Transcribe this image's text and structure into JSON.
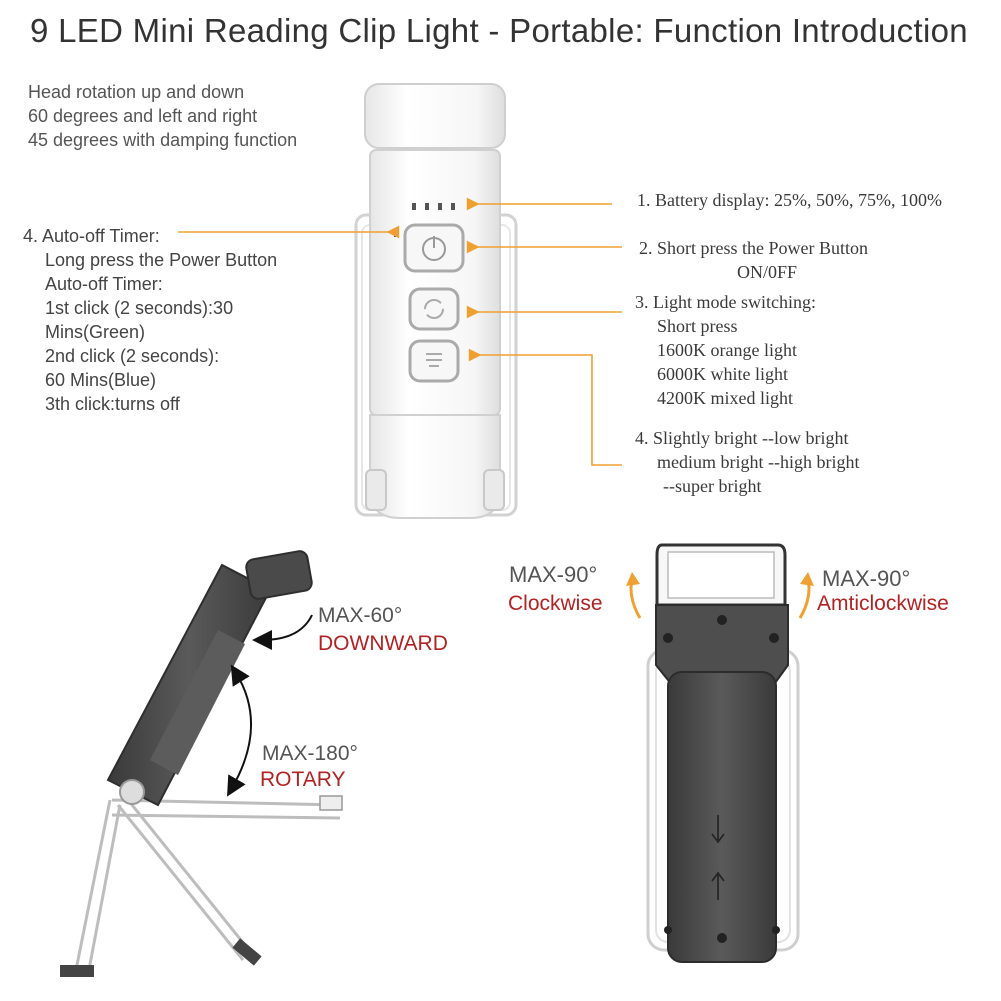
{
  "title": "9 LED Mini Reading Clip Light - Portable: Function Introduction",
  "head_rotation": [
    "Head rotation up and down",
    "60 degrees and left and right",
    "45 degrees with damping function"
  ],
  "timer": {
    "heading": "4. Auto-off Timer:",
    "lines": [
      "Long press the Power Button",
      "Auto-off Timer:",
      "1st click (2 seconds):30",
      "Mins(Green)",
      "2nd click (2 seconds):",
      "60 Mins(Blue)",
      "3th click:turns off"
    ]
  },
  "battery": "1. Battery display: 25%, 50%, 75%, 100%",
  "power": {
    "line1": "2. Short press the Power Button",
    "line2": "ON/0FF"
  },
  "light_mode": {
    "heading": "3. Light mode switching:",
    "lines": [
      "Short press",
      "1600K orange light",
      "6000K white light",
      "4200K mixed light"
    ]
  },
  "brightness": [
    "4. Slightly bright --low bright",
    "medium bright --high bright",
    "--super bright"
  ],
  "angles": {
    "down_max": "MAX-60°",
    "down_label": "DOWNWARD",
    "rot_max": "MAX-180°",
    "rot_label": "ROTARY",
    "cw_max": "MAX-90°",
    "cw_label": "Clockwise",
    "acw_max": "MAX-90°",
    "acw_label": "Amticlockwise"
  },
  "colors": {
    "accent_orange": "#f0a030",
    "label_red": "#b22222",
    "device_dark": "#4a4a4a",
    "device_white": "#f4f4f4"
  }
}
